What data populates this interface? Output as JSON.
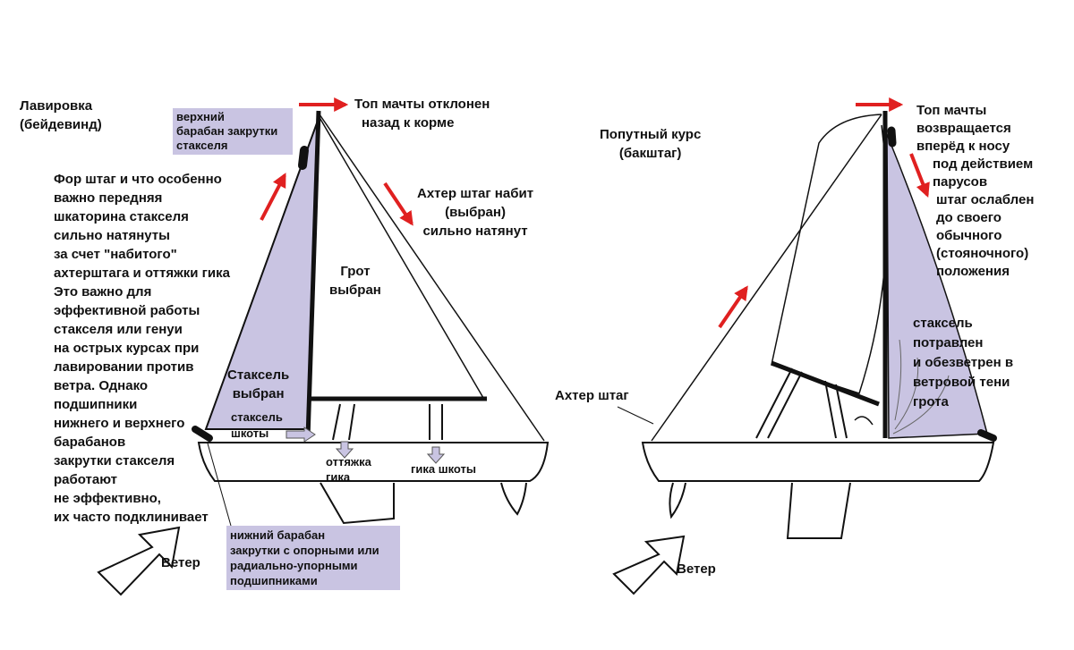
{
  "colors": {
    "sail_fill": "#c9c4e2",
    "arrow": "#e02020",
    "line": "#111111",
    "note_box": "#c9c4e2"
  },
  "left": {
    "course_title": [
      "Лавировка",
      "(бейдевинд)"
    ],
    "top_drum_note": [
      "верхний",
      "барабан закрутки",
      "стакселя"
    ],
    "mast_top_note": [
      "Топ мачты отклонен",
      "назад к корме"
    ],
    "backstay_note": [
      "Ахтер штаг набит",
      "(выбран)",
      "сильно натянут"
    ],
    "main_sail_label": [
      "Грот",
      "выбран"
    ],
    "jib_label": [
      "Стаксель",
      "выбран"
    ],
    "jib_sheets_label": [
      "стаксель",
      "шкоты"
    ],
    "vang_label": [
      "оттяжка",
      "гика"
    ],
    "boom_sheets_label": "гика шкоты",
    "wind_label": "Ветер",
    "explanation": [
      "Фор штаг и что особенно",
      "важно передняя",
      "шкаторина стакселя",
      "сильно натянуты",
      "за счет \"набитого\"",
      "ахтерштага и оттяжки гика",
      "Это важно для",
      "эффективной работы",
      "стакселя или генуи",
      "на острых курсах при",
      "лавировании против",
      "ветра. Однако",
      "подшипники",
      "нижнего и верхнего",
      "барабанов",
      "закрутки стакселя",
      "работают",
      "не эффективно,",
      "их часто подклинивает"
    ],
    "bottom_drum_note": [
      "нижний барабан",
      "закрутки с опорными или",
      "радиально-упорными",
      "подшипниками"
    ]
  },
  "middle": {
    "backstay_label": "Ахтер штаг"
  },
  "right": {
    "course_title": [
      "Попутный курс",
      "(бакштаг)"
    ],
    "mast_top_note": [
      "Топ мачты",
      "возвращается",
      "вперёд к носу",
      "под действием",
      "парусов",
      "штаг ослаблен",
      "до своего",
      "обычного",
      "(стояночного)",
      "положения"
    ],
    "jib_note": [
      "стаксель",
      "потравлен",
      "и обезветрен в",
      "ветровой тени",
      "грота"
    ],
    "wind_label": "Ветер"
  }
}
